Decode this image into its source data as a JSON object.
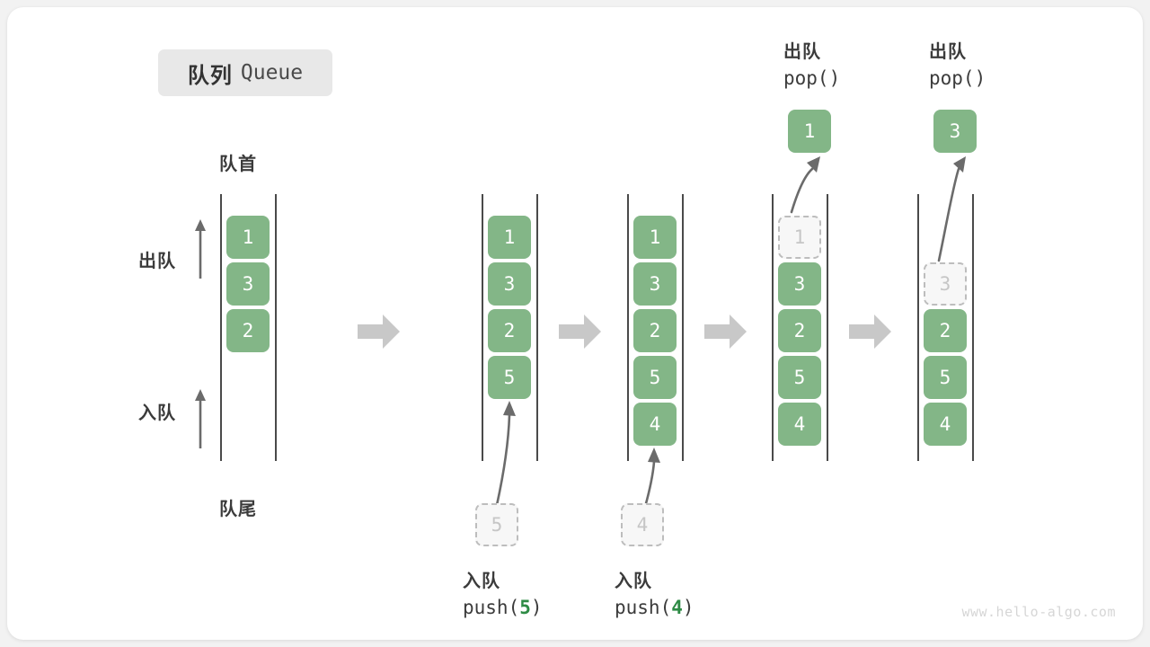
{
  "title": {
    "cn": "队列",
    "en": "Queue"
  },
  "colors": {
    "box_green": "#83b687",
    "arg_green": "#2e8b45",
    "rail": "#4a4a4a",
    "ghost_border": "#bdbdbd",
    "flow_arrow": "#c8c8c8",
    "badge_bg": "#e8e8e8"
  },
  "labels": {
    "front": "队首",
    "rear": "队尾",
    "dequeue": "出队",
    "enqueue": "入队"
  },
  "stages": [
    {
      "id": "initial",
      "items": [
        "1",
        "3",
        "2"
      ],
      "ghost": null,
      "top_label": null,
      "bottom_label": null
    },
    {
      "id": "push-5",
      "items": [
        "1",
        "3",
        "2",
        "5"
      ],
      "ghost": {
        "value": "5",
        "position": "below"
      },
      "top_label": null,
      "bottom_label": {
        "cn": "入队",
        "fn_prefix": "push(",
        "arg": "5",
        "fn_suffix": ")"
      }
    },
    {
      "id": "push-4",
      "items": [
        "1",
        "3",
        "2",
        "5",
        "4"
      ],
      "ghost": {
        "value": "4",
        "position": "below"
      },
      "top_label": null,
      "bottom_label": {
        "cn": "入队",
        "fn_prefix": "push(",
        "arg": "4",
        "fn_suffix": ")"
      }
    },
    {
      "id": "pop-1",
      "items": [
        "3",
        "2",
        "5",
        "4"
      ],
      "ghost": {
        "value": "1",
        "position": "slot-1"
      },
      "popped": "1",
      "top_label": {
        "cn": "出队",
        "fn": "pop()"
      },
      "bottom_label": null
    },
    {
      "id": "pop-3",
      "items": [
        "2",
        "5",
        "4"
      ],
      "ghost": {
        "value": "3",
        "position": "slot-2"
      },
      "popped": "3",
      "top_label": {
        "cn": "出队",
        "fn": "pop()"
      },
      "bottom_label": null
    }
  ],
  "watermark": "www.hello-algo.com"
}
